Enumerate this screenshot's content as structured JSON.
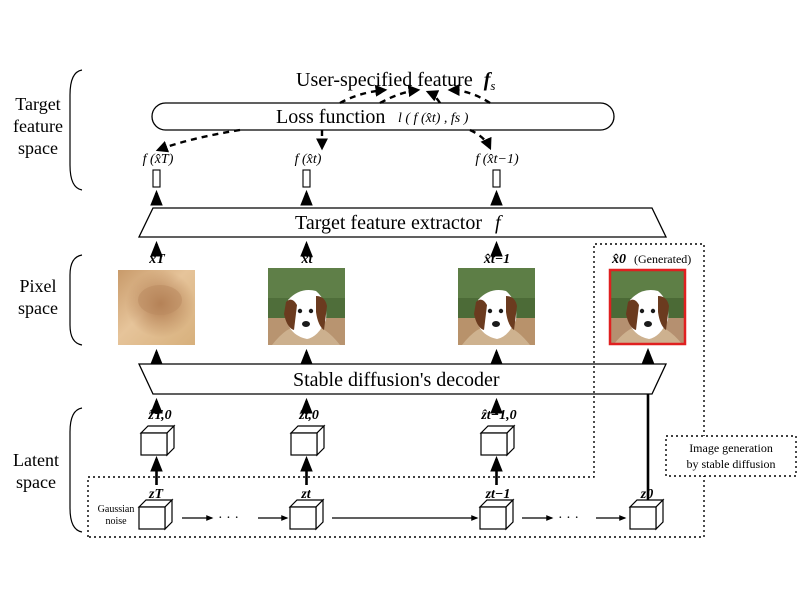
{
  "regions": {
    "target_feature_space": [
      "Target",
      "feature",
      "space"
    ],
    "pixel_space": [
      "Pixel",
      "space"
    ],
    "latent_space": [
      "Latent",
      "space"
    ]
  },
  "loss": {
    "user_feature_label": "User-specified feature",
    "user_feature_symbol": "f",
    "user_feature_sub": "s",
    "loss_label": "Loss function",
    "loss_formula": "l ( f (x̂t) , fs )"
  },
  "features": {
    "T": "f (x̂T)",
    "t": "f (x̂t)",
    "t_minus_1": "f (x̂t−1)"
  },
  "extractor": {
    "label": "Target feature extractor",
    "symbol": "f"
  },
  "decoder": {
    "label": "Stable diffusion's decoder"
  },
  "pixels": {
    "T": "x̂T",
    "t": "x̂t",
    "t_minus_1": "x̂t−1",
    "zero": "x̂0",
    "generated": "(Generated)"
  },
  "latents_decoded": {
    "T": "ẑT,0",
    "t": "ẑt,0",
    "t_minus_1": "ẑt−1,0"
  },
  "latents": {
    "T": "zT",
    "t": "zt",
    "t_minus_1": "zt−1",
    "zero": "z0",
    "ellipsis": "· · ·"
  },
  "noise_label": [
    "Gaussian",
    "noise"
  ],
  "generation_label": [
    "Image generation",
    "by stable diffusion"
  ],
  "colors": {
    "generated_border": "#e02020",
    "ink": "#000000"
  }
}
